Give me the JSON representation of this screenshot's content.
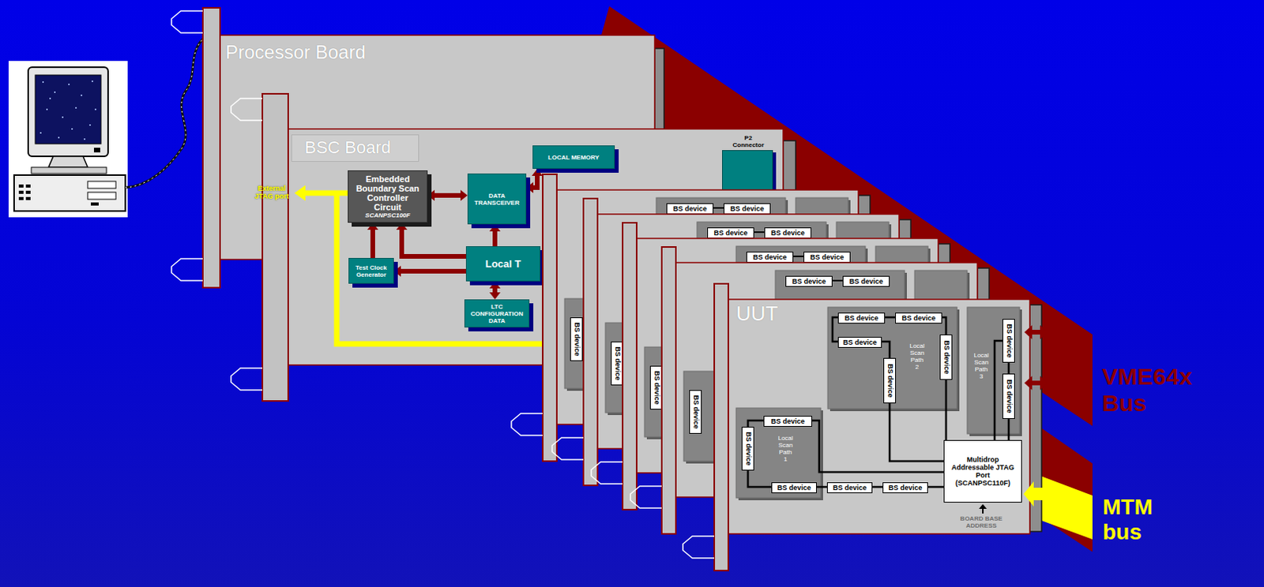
{
  "diagram": {
    "nodes": [
      {
        "text": [
          "Processor Board"
        ]
      },
      {
        "text": [
          "BSC Board"
        ]
      },
      {
        "text": [
          "Embedded Boundary Scan Controller Circuit",
          "SCANPSC100F"
        ],
        "in": 1
      },
      {
        "text": [
          "DATA TRANSCEIVER"
        ],
        "in": 1
      },
      {
        "text": [
          "LOCAL MEMORY"
        ],
        "in": 1
      },
      {
        "text": [
          "Test Clock Generator"
        ],
        "in": 1
      },
      {
        "text": [
          "Local T"
        ],
        "in": 1
      },
      {
        "text": [
          "LTC CONFIGURATION DATA"
        ],
        "in": 1
      },
      {
        "text": [
          "P2 Connector"
        ],
        "in": 1
      },
      {
        "text": []
      },
      {
        "text": [
          "BS device"
        ],
        "in": 9
      },
      {
        "text": [
          "BS device"
        ],
        "in": 9
      },
      {
        "text": [
          "BS device"
        ],
        "in": 9
      },
      {
        "text": []
      },
      {
        "text": [
          "BS device"
        ],
        "in": 13
      },
      {
        "text": [
          "BS device"
        ],
        "in": 13
      },
      {
        "text": [
          "BS device"
        ],
        "in": 13
      },
      {
        "text": []
      },
      {
        "text": [
          "BS device"
        ],
        "in": 17
      },
      {
        "text": [
          "BS device"
        ],
        "in": 17
      },
      {
        "text": [
          "BS device"
        ],
        "in": 17
      },
      {
        "text": []
      },
      {
        "text": [
          "BS device"
        ],
        "in": 21
      },
      {
        "text": [
          "BS device"
        ],
        "in": 21
      },
      {
        "text": [
          "BS device"
        ],
        "in": 21
      },
      {
        "text": [
          "UUT"
        ]
      },
      {
        "text": [
          "Local Scan Path 2"
        ],
        "in": 25
      },
      {
        "text": [
          "BS device"
        ],
        "in": 26
      },
      {
        "text": [
          "BS device"
        ],
        "in": 26
      },
      {
        "text": [
          "BS device"
        ],
        "in": 26
      },
      {
        "text": [
          "BS device"
        ],
        "in": 26
      },
      {
        "text": [
          "BS device"
        ],
        "in": 26
      },
      {
        "text": [
          "Local Scan Path 3"
        ],
        "in": 25
      },
      {
        "text": [
          "BS device"
        ],
        "in": 32
      },
      {
        "text": [
          "BS device"
        ],
        "in": 32
      },
      {
        "text": [
          "Local Scan Path 1"
        ],
        "in": 25
      },
      {
        "text": [
          "BS device"
        ],
        "in": 35
      },
      {
        "text": [
          "BS device"
        ],
        "in": 35
      },
      {
        "text": [
          "BS device"
        ],
        "in": 35
      },
      {
        "text": [
          "BS device"
        ],
        "in": 25
      },
      {
        "text": [
          "BS device"
        ],
        "in": 25
      },
      {
        "text": [
          "Multidrop Addressable JTAG Port (SCANPSC110F)"
        ],
        "in": 25
      }
    ],
    "edges": [
      {
        "from": 2,
        "to": 3,
        "arrow": "both"
      },
      {
        "from": 5,
        "to": 2,
        "arrow": "to"
      },
      {
        "from": 6,
        "to": 2,
        "arrow": "to"
      },
      {
        "from": 6,
        "to": 5,
        "arrow": "to"
      },
      {
        "from": 6,
        "to": 3,
        "arrow": "to"
      },
      {
        "from": 6,
        "to": 7,
        "arrow": "both"
      },
      {
        "from": 3,
        "to": 4,
        "arrow": "both"
      },
      {
        "from": 41,
        "to": 40,
        "arrow": "none"
      },
      {
        "from": 40,
        "to": 39,
        "arrow": "none"
      },
      {
        "from": 39,
        "to": 38,
        "arrow": "none"
      },
      {
        "from": 38,
        "to": 37,
        "arrow": "none"
      },
      {
        "from": 37,
        "to": 36,
        "arrow": "none"
      },
      {
        "from": 36,
        "to": 41,
        "arrow": "none"
      },
      {
        "from": 41,
        "to": 31,
        "arrow": "none"
      },
      {
        "from": 31,
        "to": 28,
        "arrow": "none"
      },
      {
        "from": 28,
        "to": 27,
        "arrow": "none"
      },
      {
        "from": 27,
        "to": 29,
        "arrow": "none"
      },
      {
        "from": 29,
        "to": 30,
        "arrow": "none"
      },
      {
        "from": 30,
        "to": 41,
        "arrow": "none"
      },
      {
        "from": 41,
        "to": 34,
        "arrow": "none"
      },
      {
        "from": 34,
        "to": 33,
        "arrow": "none"
      },
      {
        "from": 33,
        "to": 41,
        "arrow": "none"
      },
      {
        "from": 10,
        "to": 11,
        "arrow": "none"
      },
      {
        "from": 14,
        "to": 15,
        "arrow": "none"
      },
      {
        "from": 18,
        "to": 19,
        "arrow": "none"
      },
      {
        "from": 22,
        "to": 23,
        "arrow": "none"
      }
    ],
    "labels": [
      "External JTAG port",
      "VME64x Bus",
      "MTM bus",
      "BOARD BASE ADDRESS"
    ]
  }
}
